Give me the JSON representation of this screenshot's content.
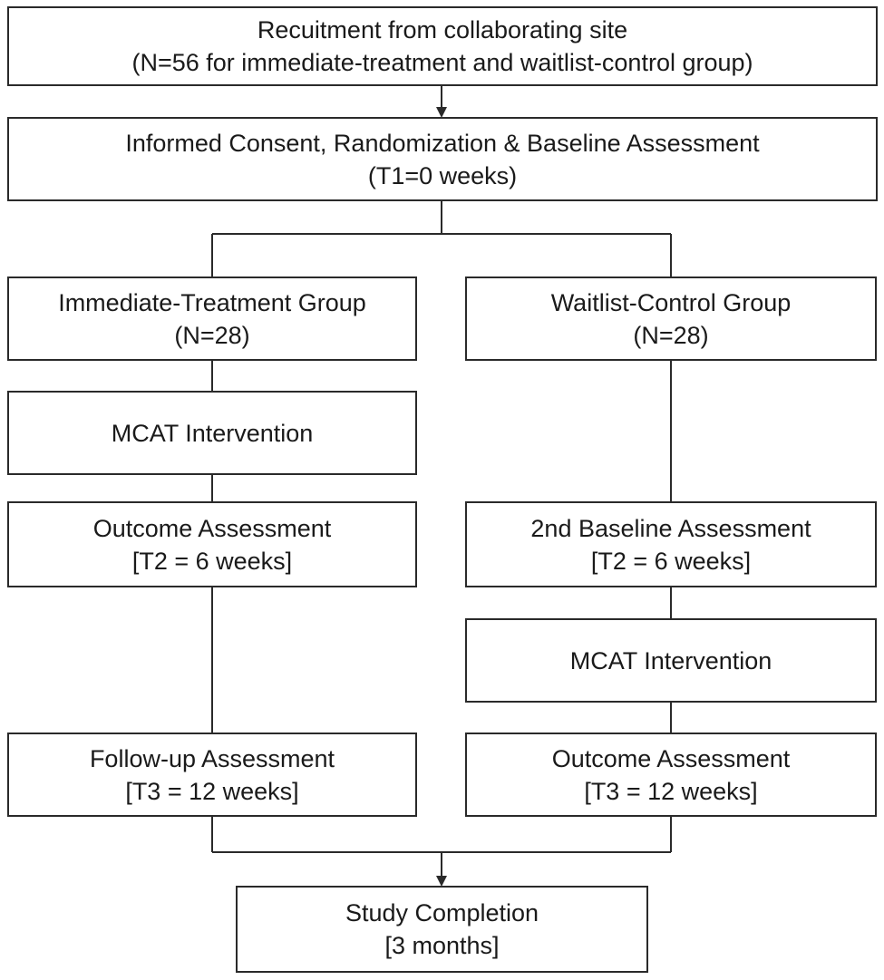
{
  "diagram": {
    "recruitment": {
      "line1": "Recuitment from collaborating site",
      "line2": "(N=56 for immediate-treatment and waitlist-control group)"
    },
    "consent": {
      "line1": "Informed Consent, Randomization & Baseline Assessment",
      "line2": "(T1=0 weeks)"
    },
    "immediate_group": {
      "line1": "Immediate-Treatment Group",
      "line2": "(N=28)"
    },
    "waitlist_group": {
      "line1": "Waitlist-Control Group",
      "line2": "(N=28)"
    },
    "immediate_mcat": {
      "line1": "MCAT Intervention"
    },
    "immediate_outcome": {
      "line1": "Outcome Assessment",
      "line2": "[T2 = 6 weeks]"
    },
    "waitlist_second_baseline": {
      "line1": "2nd Baseline Assessment",
      "line2": "[T2 = 6 weeks]"
    },
    "waitlist_mcat": {
      "line1": "MCAT Intervention"
    },
    "immediate_followup": {
      "line1": "Follow-up Assessment",
      "line2": "[T3 = 12 weeks]"
    },
    "waitlist_outcome": {
      "line1": "Outcome Assessment",
      "line2": "[T3 = 12 weeks]"
    },
    "completion": {
      "line1": "Study Completion",
      "line2": "[3 months]"
    }
  },
  "colors": {
    "line": "#2a2a2a",
    "background": "#ffffff",
    "text": "#1a1a1a"
  }
}
